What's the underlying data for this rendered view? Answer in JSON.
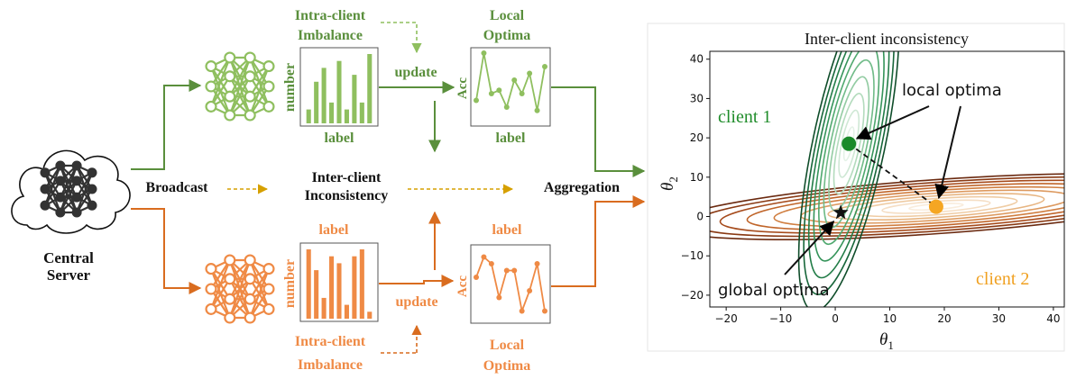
{
  "colors": {
    "green": "#5a8f3c",
    "green_light": "#8fbf5f",
    "orange": "#d96c1f",
    "orange_light": "#ef8a45",
    "gold": "#d6a000",
    "dark_green": "#1f8c2a",
    "client2": "#f0a020"
  },
  "server": {
    "label_line1": "Central",
    "label_line2": "Server",
    "icon": "cloud-network-icon"
  },
  "broadcast_label": "Broadcast",
  "inter_client": {
    "line1": "Inter-client",
    "line2": "Inconsistency"
  },
  "aggregation_label": "Aggregation",
  "top_branch": {
    "network_icon": "neural-network-icon",
    "imbalance_line1": "Intra-client",
    "imbalance_line2": "Imbalance",
    "hist_ylabel": "number",
    "hist_xlabel": "label",
    "hist_values": [
      2,
      6,
      8,
      3,
      9,
      2,
      7,
      3,
      10
    ],
    "update_label": "update",
    "acc_label": "Acc",
    "acc_xlabel": "label",
    "acc_values": [
      3,
      10,
      4,
      4.5,
      2,
      6,
      4,
      7,
      1.5,
      8
    ],
    "optima_line1": "Local",
    "optima_line2": "Optima"
  },
  "bottom_branch": {
    "network_icon": "neural-network-icon",
    "hist_title": "label",
    "hist_ylabel": "number",
    "hist_values": [
      10,
      7,
      3,
      9,
      8,
      2,
      9,
      10,
      1
    ],
    "update_label": "update",
    "acc_title": "label",
    "acc_label": "Acc",
    "acc_values": [
      6,
      9,
      8,
      3,
      7,
      7,
      1,
      4,
      8,
      1
    ],
    "imbalance_line1": "Intra-client",
    "imbalance_line2": "Imbalance",
    "optima_line1": "Local",
    "optima_line2": "Optima"
  },
  "plot": {
    "title": "Inter-client inconsistency",
    "xlabel_symbol": "θ",
    "xlabel_sub": "1",
    "ylabel_symbol": "θ",
    "ylabel_sub": "2",
    "xlim": [
      -23,
      42
    ],
    "ylim": [
      -23,
      42
    ],
    "xticks": [
      "−20",
      "−10",
      "0",
      "10",
      "20",
      "30",
      "40"
    ],
    "yticks": [
      "−20",
      "−10",
      "0",
      "10",
      "20",
      "30",
      "40"
    ],
    "client1_label": "client 1",
    "client2_label": "client 2",
    "local_optima_label": "local optima",
    "global_optima_label": "global optima",
    "client1_optimum": [
      2.5,
      18.5
    ],
    "client2_optimum": [
      18.5,
      2.5
    ],
    "global_optimum": [
      1,
      1
    ]
  }
}
